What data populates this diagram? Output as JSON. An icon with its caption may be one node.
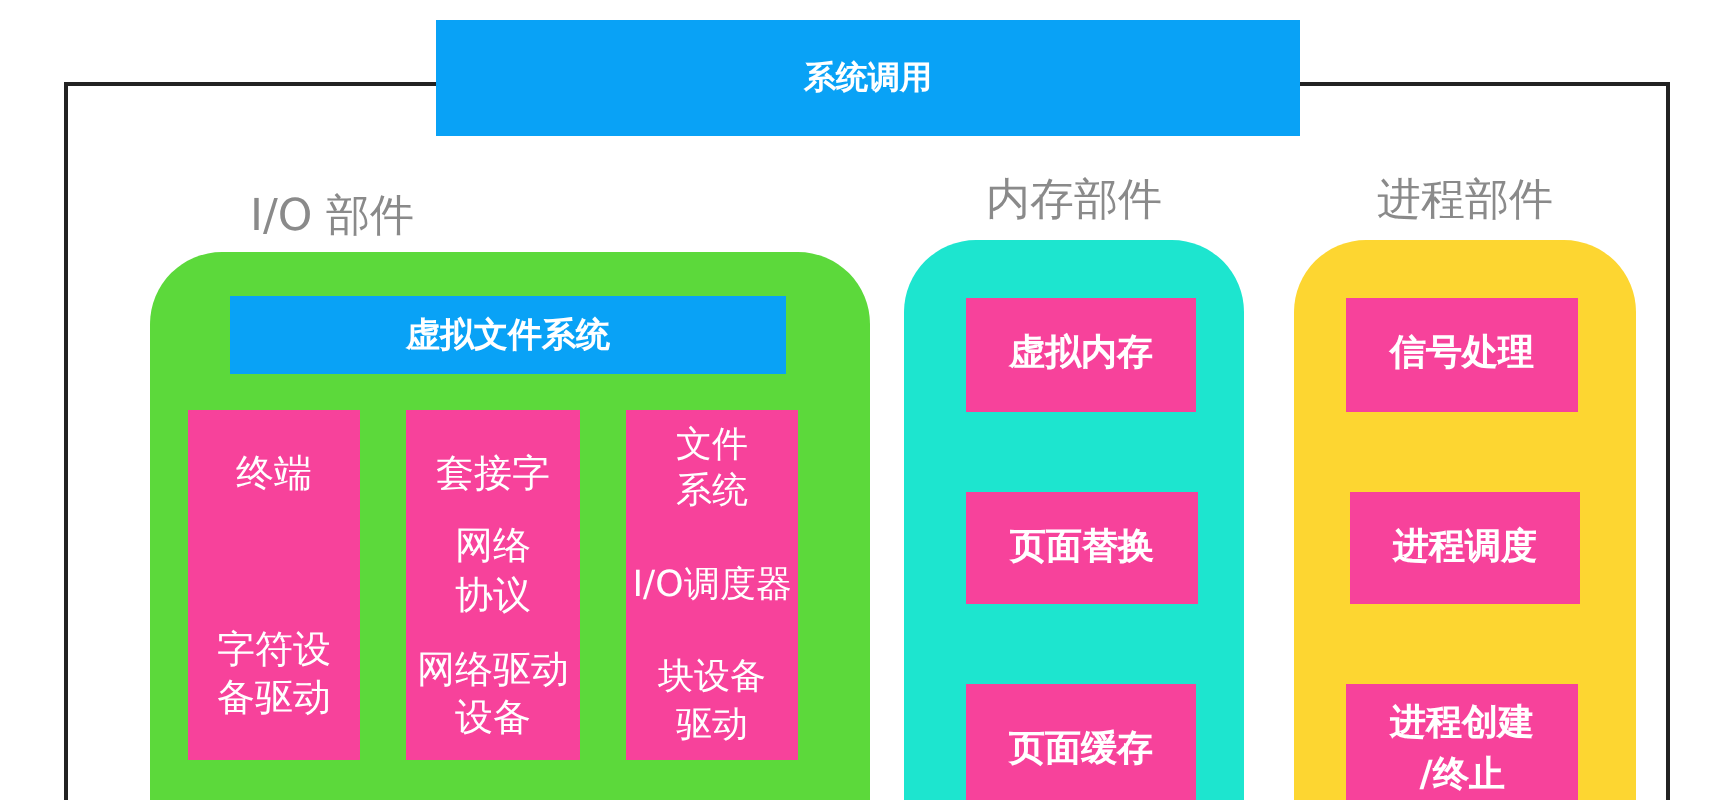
{
  "diagram": {
    "nodes": [
      {
        "text": [
          "系统调用"
        ]
      },
      {
        "text": [],
        "shape": "box"
      },
      {
        "text": [
          "I/O 部件"
        ],
        "in": 1
      },
      {
        "text": [
          "虚拟文件系统"
        ],
        "in": 2
      },
      {
        "text": [
          "终端",
          "字符设备驱动"
        ],
        "in": 2
      },
      {
        "text": [
          "套接字",
          "网络协议",
          "网络驱动设备"
        ],
        "in": 2
      },
      {
        "text": [
          "文件系统",
          "I/O调度器",
          "块设备驱动"
        ],
        "in": 2
      },
      {
        "text": [
          "内存部件"
        ],
        "in": 1
      },
      {
        "text": [
          "虚拟内存"
        ],
        "in": 7
      },
      {
        "text": [
          "页面替换"
        ],
        "in": 7
      },
      {
        "text": [
          "页面缓存"
        ],
        "in": 7
      },
      {
        "text": [
          "进程部件"
        ],
        "in": 1
      },
      {
        "text": [
          "信号处理"
        ],
        "in": 11
      },
      {
        "text": [
          "进程调度"
        ],
        "in": 11
      },
      {
        "text": [
          "进程创建/终止"
        ],
        "in": 11
      }
    ]
  }
}
